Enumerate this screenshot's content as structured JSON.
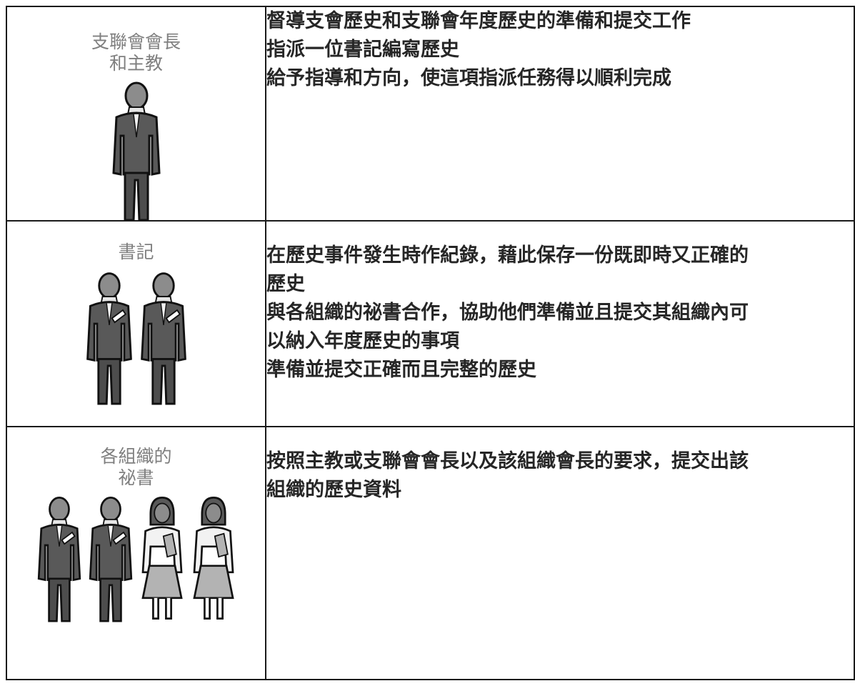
{
  "rows": [
    {
      "role": "支聯會會長\n和主教",
      "figures": [
        "man"
      ],
      "duties": [
        "督導支會歷史和支聯會年度歷史的準備和提交工作",
        "指派一位書記編寫歷史",
        "給予指導和方向，使這項指派任務得以順利完成"
      ]
    },
    {
      "role": "書記",
      "figures": [
        "man",
        "man"
      ],
      "duties": [
        "在歷史事件發生時作紀錄，藉此保存一份既即時又正確的歷史",
        "與各組織的祕書合作，協助他們準備並且提交其組織內可以納入年度歷史的事項",
        "準備並提交正確而且完整的歷史"
      ]
    },
    {
      "role": "各組織的\n祕書",
      "figures": [
        "man",
        "man",
        "woman",
        "woman"
      ],
      "duties": [
        "按照主教或支聯會會長以及該組織會長的要求，提交出該組織的歷史資料"
      ]
    }
  ],
  "colors": {
    "border": "#1a1a1a",
    "role_text": "#7f7f7f",
    "duty_text": "#262626",
    "bullet": "#7f7f7f"
  }
}
